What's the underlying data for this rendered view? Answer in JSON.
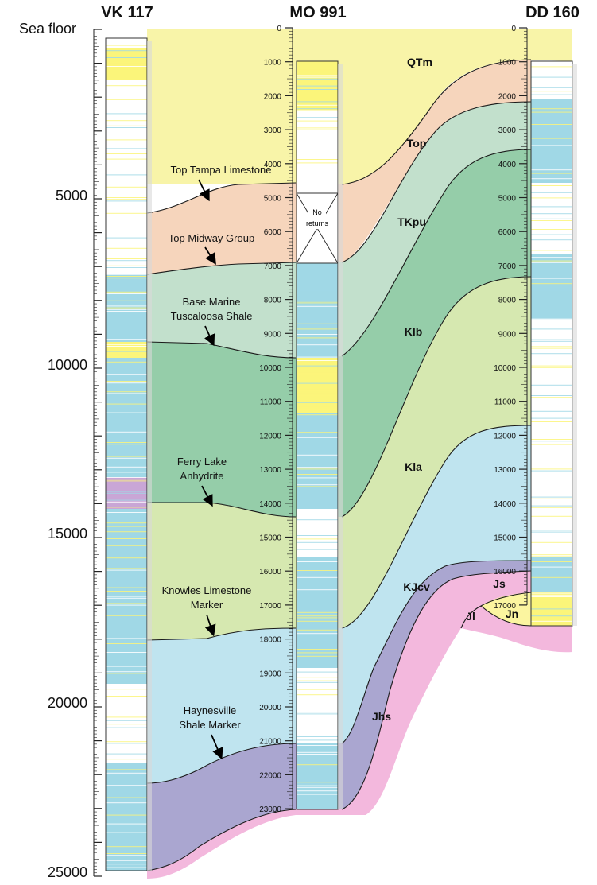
{
  "wells": [
    {
      "name": "VK 117"
    },
    {
      "name": "MO 991"
    },
    {
      "name": "DD 160"
    }
  ],
  "left_axis": {
    "sea_floor_label": "Sea floor",
    "ticks": [
      "5000",
      "10000",
      "15000",
      "20000",
      "25000"
    ]
  },
  "mid_axis": {
    "ticks": [
      "0",
      "1000",
      "2000",
      "3000",
      "4000",
      "5000",
      "6000",
      "7000",
      "8000",
      "9000",
      "10000",
      "11000",
      "12000",
      "13000",
      "14000",
      "15000",
      "16000",
      "17000",
      "18000",
      "19000",
      "20000",
      "21000",
      "22000",
      "23000"
    ],
    "no_returns_label_1": "No",
    "no_returns_label_2": "returns"
  },
  "right_axis": {
    "ticks": [
      "0",
      "1000",
      "2000",
      "3000",
      "4000",
      "5000",
      "6000",
      "7000",
      "8000",
      "9000",
      "10000",
      "11000",
      "12000",
      "13000",
      "14000",
      "15000",
      "16000",
      "17000"
    ]
  },
  "annotations": {
    "tampa": "Top Tampa Limestone",
    "midway": "Top Midway Group",
    "tusc_1": "Base Marine",
    "tusc_2": "Tuscaloosa Shale",
    "ferry_1": "Ferry Lake",
    "ferry_2": "Anhydrite",
    "knowles_1": "Knowles Limestone",
    "knowles_2": "Marker",
    "hayn_1": "Haynesville",
    "hayn_2": "Shale Marker"
  },
  "units": [
    {
      "code": "QTm",
      "color": "#f8f4a8"
    },
    {
      "code": "Top",
      "color": "#f6d5bc"
    },
    {
      "code": "TKpu",
      "color": "#c2e0cc"
    },
    {
      "code": "Klb",
      "color": "#95cda9"
    },
    {
      "code": "Kla",
      "color": "#d6e8b0"
    },
    {
      "code": "KJcv",
      "color": "#bfe4ef"
    },
    {
      "code": "Jhs",
      "color": "#aaa6d0"
    },
    {
      "code": "Js",
      "color": "#8f89c2"
    },
    {
      "code": "Jl",
      "color": "#f3b8dd"
    },
    {
      "code": "Jn",
      "color": "#fbf5a0"
    }
  ],
  "lithology_colors": {
    "sand": "#a0d8e6",
    "limestone": "#fbf57a",
    "shale": "#ffffff",
    "anhydrite": "#c9a6d6"
  }
}
